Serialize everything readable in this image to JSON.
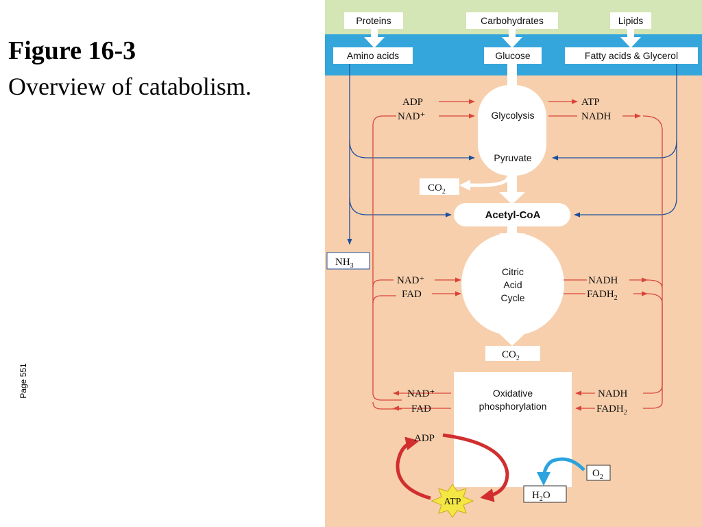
{
  "slide": {
    "title": "Figure 16-3",
    "subtitle": "Overview of catabolism.",
    "page_label": "Page 551"
  },
  "colors": {
    "background": "#f7cfac",
    "top_band": "#d4e6b5",
    "mid_band": "#35a6dc",
    "red_arrow": "#d9443a",
    "blue_arrow": "#1c4f9c",
    "cycle_red": "#d12f2f",
    "oxygen_blue": "#2aa3de",
    "atp_star": "#f5e743"
  },
  "diagram": {
    "sources": {
      "proteins": "Proteins",
      "carbohydrates": "Carbohydrates",
      "lipids": "Lipids"
    },
    "monomers": {
      "amino_acids": "Amino acids",
      "glucose": "Glucose",
      "fatty_acids": "Fatty acids & Glycerol"
    },
    "glycolysis": {
      "label": "Glycolysis",
      "in_adp": "ADP",
      "in_nad": "NAD⁺",
      "out_atp": "ATP",
      "out_nadh": "NADH"
    },
    "pyruvate": "Pyruvate",
    "co2_pyruvate": "CO",
    "co2_sub": "2",
    "acetyl_coa": "Acetyl-CoA",
    "nh3": "NH",
    "nh3_sub": "3",
    "citric_acid_cycle": {
      "line1": "Citric",
      "line2": "Acid",
      "line3": "Cycle",
      "in_nad": "NAD⁺",
      "in_fad": "FAD",
      "out_nadh": "NADH",
      "out_fadh2": "FADH",
      "out_fadh2_sub": "2",
      "co2": "CO",
      "co2_sub": "2"
    },
    "oxidative_phosphorylation": {
      "line1": "Oxidative",
      "line2": "phosphorylation",
      "out_nad": "NAD⁺",
      "out_fad": "FAD",
      "in_nadh": "NADH",
      "in_fadh2": "FADH",
      "in_fadh2_sub": "2",
      "adp": "ADP",
      "atp": "ATP",
      "o2": "O",
      "o2_sub": "2",
      "h2o_h": "H",
      "h2o_sub": "2",
      "h2o_o": "O"
    }
  }
}
